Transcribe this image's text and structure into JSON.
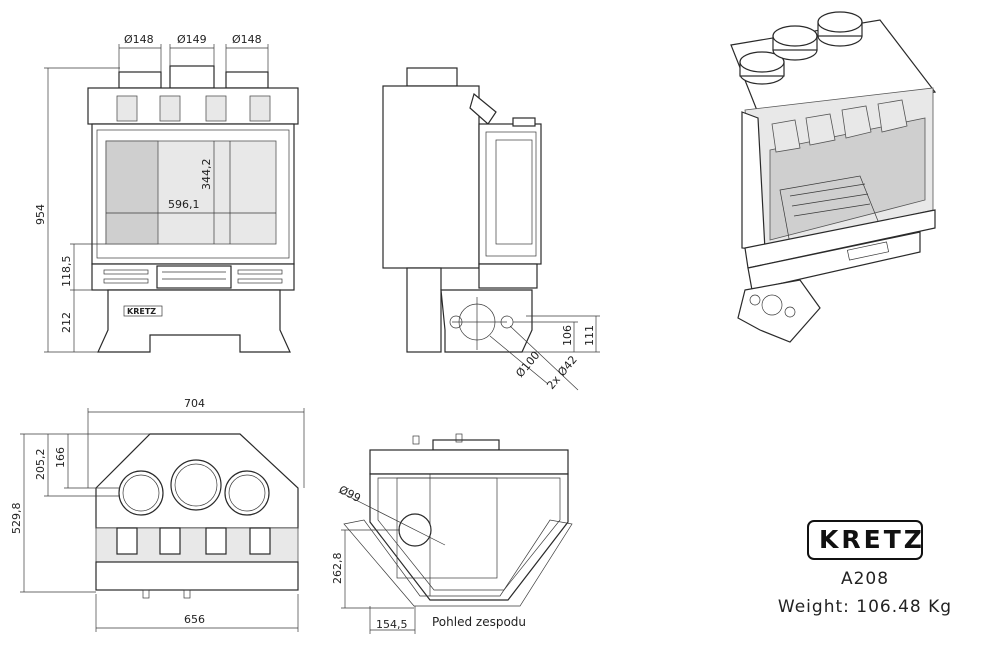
{
  "front_view": {
    "dims": {
      "d148_left": "Ø148",
      "d149": "Ø149",
      "d148_right": "Ø148",
      "height_total": "954",
      "h_118": "118,5",
      "h_212": "212",
      "glass_w": "596,1",
      "glass_h": "344,2"
    },
    "brand_plate": "KRETZ"
  },
  "side_view": {
    "dims": {
      "d106": "106",
      "d111": "111",
      "d100": "Ø100",
      "holes": "2x Ø42"
    }
  },
  "top_view": {
    "dims": {
      "w704": "704",
      "w656": "656",
      "h205": "205,2",
      "h166": "166",
      "h529": "529,8"
    }
  },
  "bottom_view": {
    "dims": {
      "d99": "Ø99",
      "h262": "262,8",
      "w154": "154,5"
    },
    "caption": "Pohled zespodu"
  },
  "info": {
    "logo": "KRETZ",
    "model": "A208",
    "weight": "Weight: 106.48 Kg"
  }
}
